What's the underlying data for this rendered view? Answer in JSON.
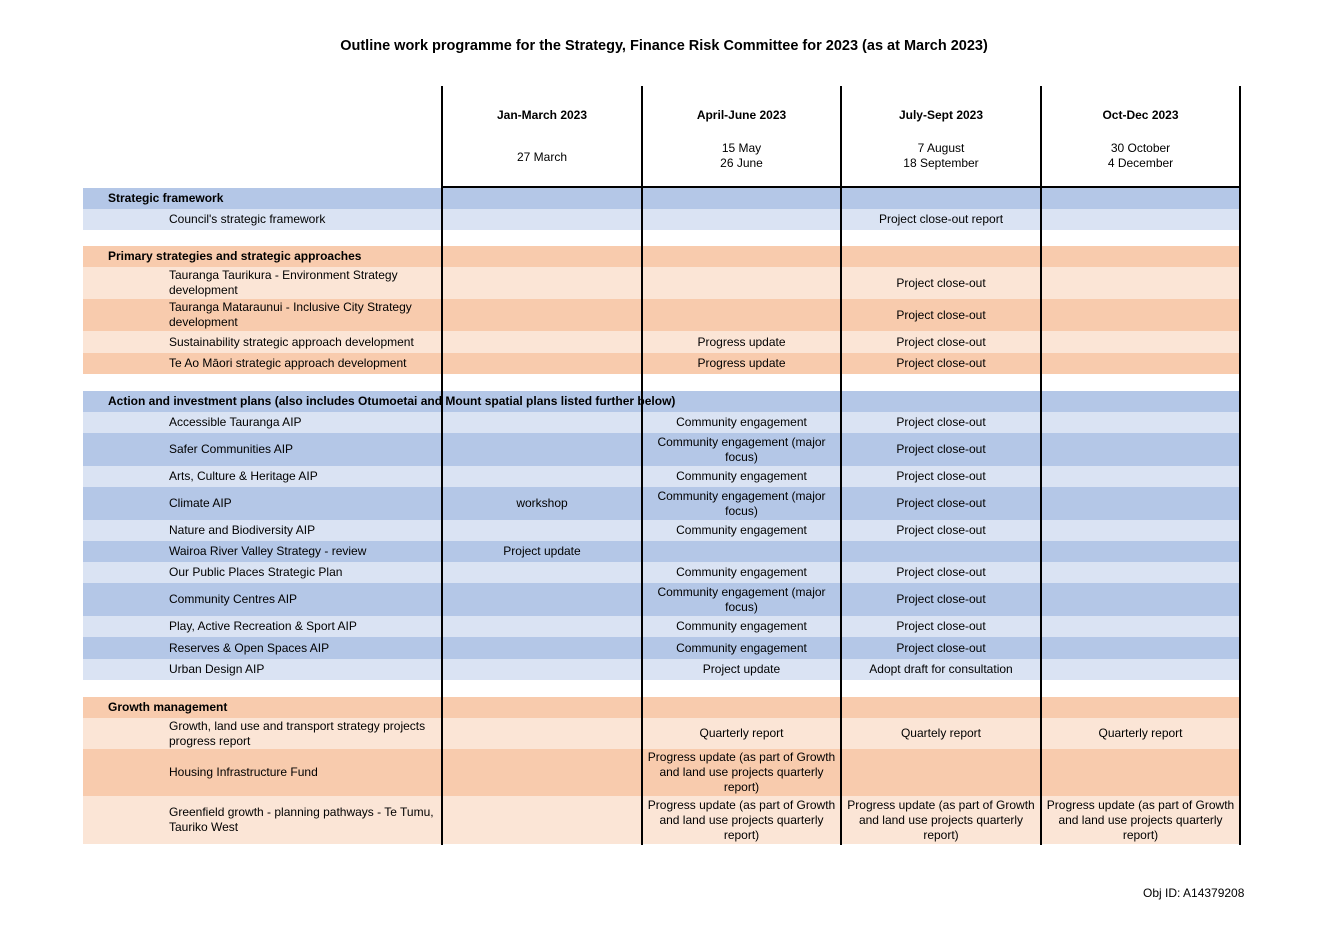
{
  "title": "Outline work programme for the Strategy, Finance Risk Committee for 2023 (as at March 2023)",
  "obj_id": "Obj ID: A14379208",
  "periods": [
    {
      "label": "Jan-March 2023",
      "dates": "27 March"
    },
    {
      "label": "April-June 2023",
      "dates": "15 May\n26 June"
    },
    {
      "label": "July-Sept 2023",
      "dates": "7 August\n18 September"
    },
    {
      "label": "Oct-Dec 2023",
      "dates": "30 October\n4 December"
    }
  ],
  "colors": {
    "blue_header": "#b4c7e7",
    "blue_light": "#dae3f3",
    "orange_header": "#f8cbad",
    "orange_light": "#fbe5d6"
  },
  "sections": [
    {
      "title": "Strategic framework",
      "theme": "blue",
      "items": [
        {
          "label": "Council's strategic framework",
          "cells": [
            "",
            "",
            "Project close-out report",
            ""
          ]
        }
      ]
    },
    {
      "title": "Primary strategies and strategic approaches",
      "theme": "orange",
      "items": [
        {
          "label": "Tauranga Taurikura - Environment Strategy development",
          "cells": [
            "",
            "",
            "Project close-out",
            ""
          ]
        },
        {
          "label": "Tauranga Mataraunui - Inclusive City Strategy development",
          "cells": [
            "",
            "",
            "Project close-out",
            ""
          ]
        },
        {
          "label": "Sustainability strategic approach development",
          "cells": [
            "",
            "Progress update",
            "Project close-out",
            ""
          ]
        },
        {
          "label": "Te Ao Māori strategic approach development",
          "cells": [
            "",
            "Progress update",
            "Project close-out",
            ""
          ]
        }
      ]
    },
    {
      "title": "Action and investment plans (also includes Otumoetai and Mount spatial plans listed further below)",
      "theme": "blue",
      "items": [
        {
          "label": "Accessible Tauranga AIP",
          "cells": [
            "",
            "Community engagement",
            "Project close-out",
            ""
          ]
        },
        {
          "label": "Safer Communities AIP",
          "cells": [
            "",
            "Community engagement (major focus)",
            "Project close-out",
            ""
          ]
        },
        {
          "label": "Arts, Culture & Heritage AIP",
          "cells": [
            "",
            "Community engagement",
            "Project close-out",
            ""
          ]
        },
        {
          "label": "Climate AIP",
          "cells": [
            "workshop",
            "Community engagement (major focus)",
            "Project close-out",
            ""
          ]
        },
        {
          "label": "Nature and Biodiversity AIP",
          "cells": [
            "",
            "Community engagement",
            "Project close-out",
            ""
          ]
        },
        {
          "label": "Wairoa River Valley Strategy - review",
          "cells": [
            "Project update",
            "",
            "",
            ""
          ]
        },
        {
          "label": "Our Public Places Strategic Plan",
          "cells": [
            "",
            "Community engagement",
            "Project close-out",
            ""
          ]
        },
        {
          "label": "Community Centres AIP",
          "cells": [
            "",
            "Community engagement (major focus)",
            "Project close-out",
            ""
          ]
        },
        {
          "label": "Play, Active Recreation & Sport AIP",
          "cells": [
            "",
            "Community engagement",
            "Project close-out",
            ""
          ]
        },
        {
          "label": "Reserves & Open Spaces AIP",
          "cells": [
            "",
            "Community engagement",
            "Project close-out",
            ""
          ]
        },
        {
          "label": "Urban Design AIP",
          "cells": [
            "",
            "Project update",
            "Adopt draft for consultation",
            ""
          ]
        }
      ]
    },
    {
      "title": "Growth management",
      "theme": "orange",
      "items": [
        {
          "label": "Growth, land use and transport strategy projects progress report",
          "cells": [
            "",
            "Quarterly report",
            "Quartely report",
            "Quarterly report"
          ]
        },
        {
          "label": "Housing Infrastructure Fund",
          "cells": [
            "",
            "Progress update (as part of Growth and land use projects quarterly report)",
            "",
            ""
          ]
        },
        {
          "label": "Greenfield growth - planning pathways - Te Tumu, Tauriko West",
          "cells": [
            "",
            "Progress update (as part of Growth and land use projects quarterly report)",
            "Progress update (as part of Growth and land use projects quarterly report)",
            "Progress update (as part of Growth and land use projects quarterly report)"
          ]
        }
      ]
    }
  ]
}
